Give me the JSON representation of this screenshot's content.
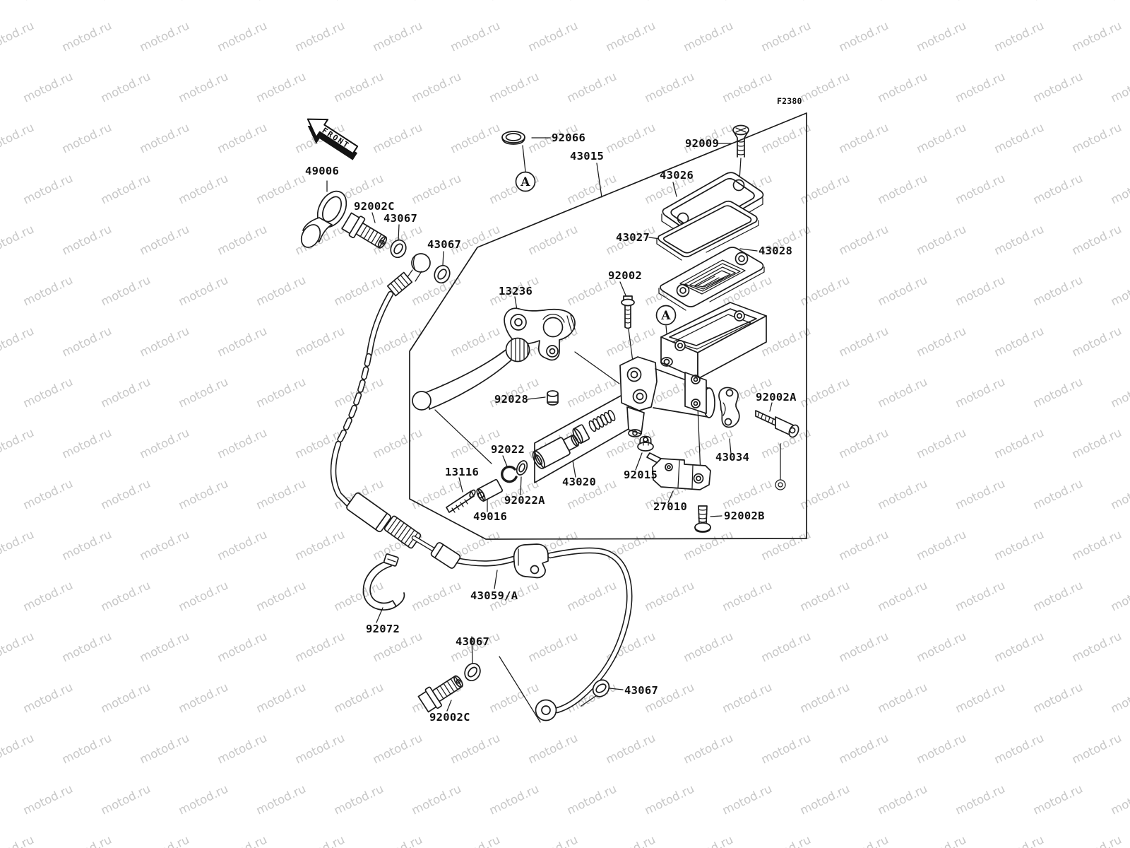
{
  "diagram": {
    "code": "F2380",
    "front_label": "FRONT",
    "ref_marker": "A"
  },
  "watermark": {
    "text": "motod.ru",
    "color": "#c7c7c7"
  },
  "labels": [
    {
      "text": "49006"
    },
    {
      "text": "92002C"
    },
    {
      "text": "43067"
    },
    {
      "text": "43067"
    },
    {
      "text": "92066"
    },
    {
      "text": "43015"
    },
    {
      "text": "92009"
    },
    {
      "text": "43026"
    },
    {
      "text": "43027"
    },
    {
      "text": "43028"
    },
    {
      "text": "92002"
    },
    {
      "text": "13236"
    },
    {
      "text": "92028"
    },
    {
      "text": "92002A"
    },
    {
      "text": "43034"
    },
    {
      "text": "92022"
    },
    {
      "text": "13116"
    },
    {
      "text": "49016"
    },
    {
      "text": "92022A"
    },
    {
      "text": "43020"
    },
    {
      "text": "92015"
    },
    {
      "text": "27010"
    },
    {
      "text": "92002B"
    },
    {
      "text": "43059/A"
    },
    {
      "text": "92072"
    },
    {
      "text": "43067"
    },
    {
      "text": "92002C"
    },
    {
      "text": "43067"
    }
  ]
}
